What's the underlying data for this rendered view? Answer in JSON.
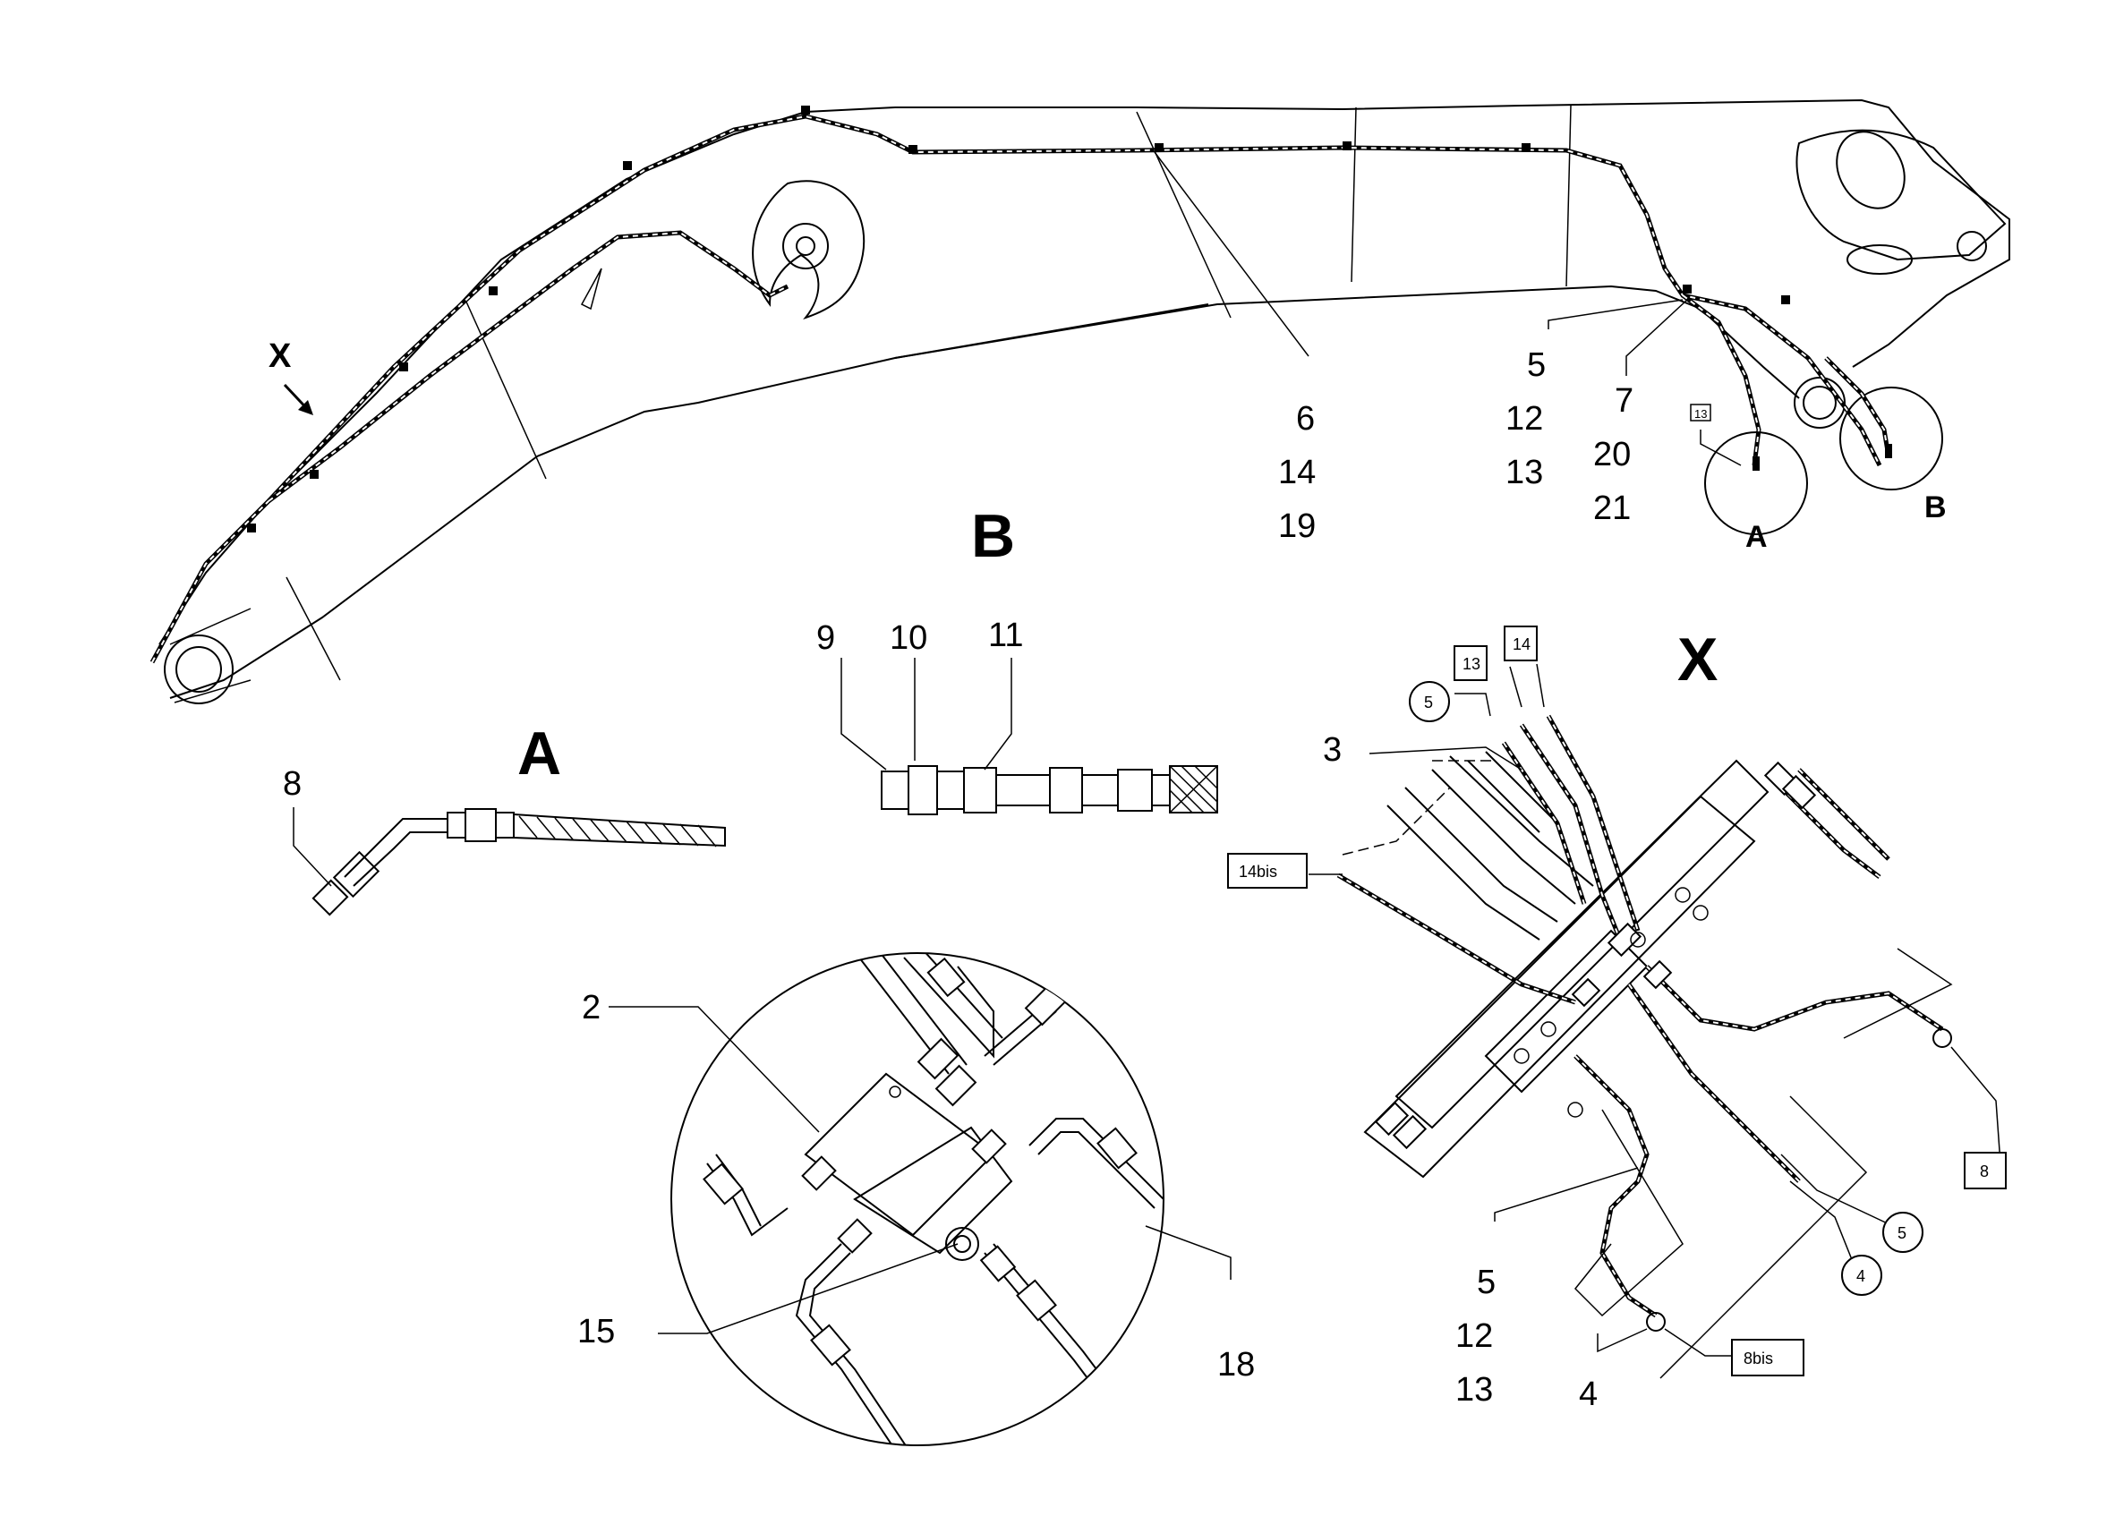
{
  "views": {
    "A": "A",
    "B": "B",
    "X": "X"
  },
  "boom": {
    "detail_A_marker": "A",
    "detail_B_marker": "B",
    "view_x_marker": "X",
    "box_13": "13"
  },
  "callouts": {
    "c2": "2",
    "c3": "3",
    "c4": "4",
    "c5a": "5",
    "c5b": "5",
    "c6": "6",
    "c7": "7",
    "c8": "8",
    "c9": "9",
    "c10": "10",
    "c11": "11",
    "c12a": "12",
    "c12b": "12",
    "c13a": "13",
    "c13b": "13",
    "c14": "14",
    "c15": "15",
    "c18": "18",
    "c19": "19",
    "c20": "20",
    "c21": "21"
  },
  "boxed_labels": {
    "b13": "13",
    "b14": "14",
    "b14bis": "14bis",
    "b8": "8",
    "b8bis": "8bis"
  },
  "circled_labels": {
    "c5_top": "5",
    "c5_right": "5",
    "c4_right": "4"
  }
}
